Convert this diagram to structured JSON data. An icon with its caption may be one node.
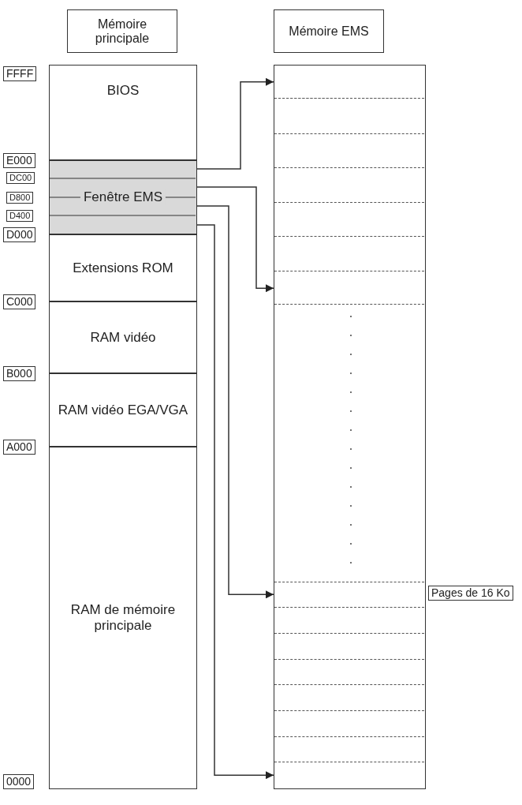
{
  "diagram": {
    "nodes": [
      {
        "text": [
          "Mémoire principale"
        ]
      },
      {
        "text": [
          "Mémoire EMS"
        ]
      },
      {
        "text": [
          "BIOS"
        ]
      },
      {
        "text": [
          "Fenêtre EMS"
        ]
      },
      {
        "text": [
          "Extensions ROM"
        ]
      },
      {
        "text": [
          "RAM vidéo"
        ]
      },
      {
        "text": [
          "RAM vidéo EGA/VGA"
        ]
      },
      {
        "text": [
          "RAM de mémoire principale"
        ]
      },
      {
        "text": [],
        "shape": "box"
      },
      {
        "text": [],
        "shape": "box",
        "in": 8
      },
      {
        "text": [],
        "shape": "box",
        "in": 8
      },
      {
        "text": [],
        "shape": "box",
        "in": 8
      },
      {
        "text": [],
        "shape": "box",
        "in": 8
      },
      {
        "text": [],
        "shape": "box",
        "in": 8
      },
      {
        "text": [],
        "shape": "box",
        "in": 8
      },
      {
        "text": [],
        "shape": "box",
        "in": 8
      },
      {
        "text": [],
        "shape": "box",
        "in": 8
      },
      {
        "text": [],
        "shape": "box",
        "in": 8
      },
      {
        "text": [],
        "shape": "box",
        "in": 8
      },
      {
        "text": [],
        "shape": "box",
        "in": 8
      },
      {
        "text": [],
        "shape": "box",
        "in": 8
      },
      {
        "text": [],
        "shape": "box",
        "in": 8
      },
      {
        "text": [],
        "shape": "box",
        "in": 8
      },
      {
        "text": [],
        "shape": "box",
        "in": 8
      }
    ],
    "edges": [
      {
        "from": 3,
        "to": 9,
        "arrow": "to"
      },
      {
        "from": 3,
        "to": 15,
        "arrow": "to"
      },
      {
        "from": 3,
        "to": 16,
        "arrow": "to"
      },
      {
        "from": 3,
        "to": 23,
        "arrow": "to"
      }
    ],
    "labels": [
      "FFFF",
      "E000",
      "DC00",
      "D800",
      "D400",
      "D000",
      "C000",
      "B000",
      "A000",
      "Pages de 16 Ko",
      "0000"
    ]
  }
}
